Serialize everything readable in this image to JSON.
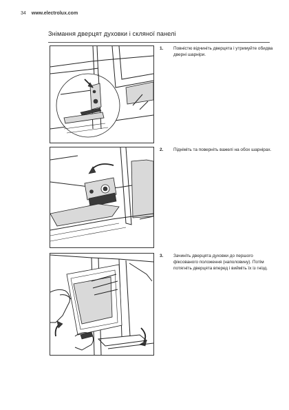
{
  "header": {
    "page_number": "34",
    "url": "www.electrolux.com"
  },
  "section": {
    "title": "Знімання дверцят духовки і скляної панелі"
  },
  "steps": [
    {
      "number": "1.",
      "text": "Повністю відчиніть дверцята і утримуйте обидва дверні шарніри."
    },
    {
      "number": "2.",
      "text": "Підніміть та поверніть важелі на обох шарнірах."
    },
    {
      "number": "3.",
      "text": "Зачиніть дверцята духовки до першого фіксованого положення (наполовину). Потім потягніть дверцята вперед і вийміть їх із гнізд."
    }
  ]
}
